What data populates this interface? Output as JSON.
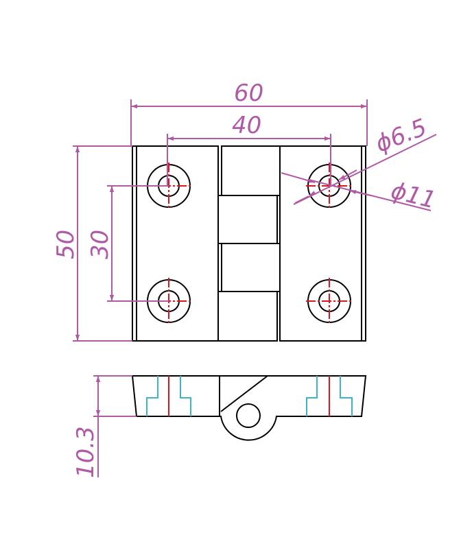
{
  "drawing": {
    "title": "",
    "dimensions": {
      "overall_width": "60",
      "hole_spacing_horizontal": "40",
      "overall_height": "50",
      "hole_spacing_vertical": "30",
      "hole_diameter": "ϕ6.5",
      "counterbore_diameter": "ϕ11",
      "thickness": "10.3"
    },
    "colors": {
      "outline": "#000000",
      "dimension": "#b05aa6",
      "centerline": "#e0141c",
      "hidden_line": "#3cb4c8"
    }
  }
}
